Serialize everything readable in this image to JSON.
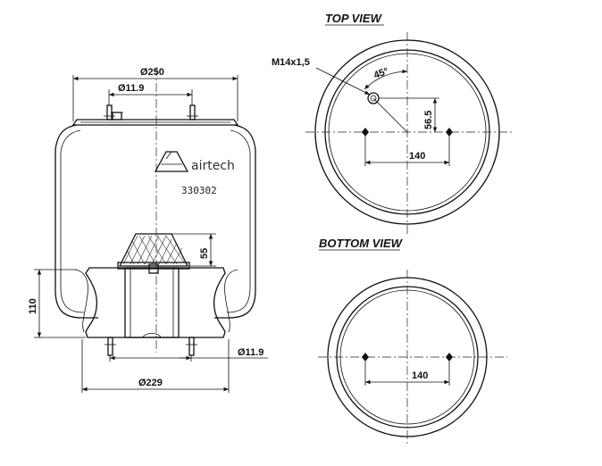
{
  "side_view": {
    "dim_top_diameter": "Ø250",
    "dim_top_stud": "Ø11.9",
    "dim_stop_height": "55",
    "dim_piston_height": "110",
    "dim_bottom_stud": "Ø11.9",
    "dim_bottom_diameter": "Ø229",
    "brand": "airtech",
    "part_number": "330302"
  },
  "top_view": {
    "title": "TOP VIEW",
    "thread_label": "M14x1,5",
    "angle_label": "45°",
    "offset_label": "56.5",
    "spacing_label": "140"
  },
  "bottom_view": {
    "title": "BOTTOM VIEW",
    "spacing_label": "140"
  }
}
